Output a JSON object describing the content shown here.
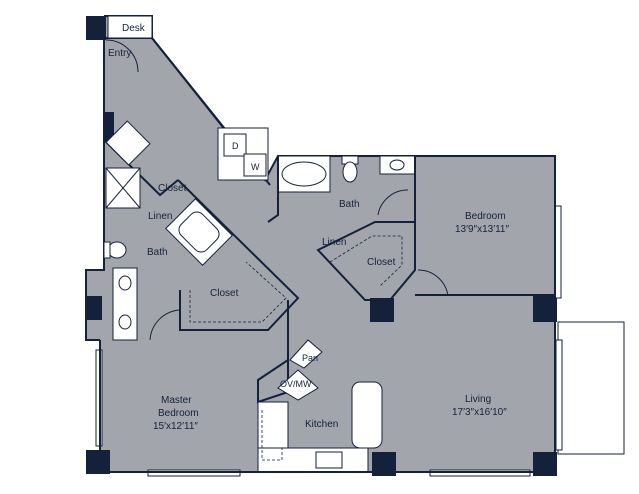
{
  "colors": {
    "floor": "#a3a5ad",
    "wall": "#13223a",
    "fixture": "#ffffff",
    "background": "#ffffff"
  },
  "rooms": {
    "desk": "Desk",
    "entry": "Entry",
    "closet_entry": "Closet",
    "linen_left": "Linen",
    "bath_left": "Bath",
    "closet_master": "Closet",
    "master_name": "Master",
    "master_name2": "Bedroom",
    "master_size": "15′x12′11″",
    "bath_right": "Bath",
    "linen_right": "Linen",
    "closet_right": "Closet",
    "bedroom_name": "Bedroom",
    "bedroom_size": "13′9″x13′11″",
    "living_name": "Living",
    "living_size": "17′3″x16′10″",
    "kitchen": "Kitchen",
    "pantry": "Pan",
    "ovmw": "OV/MW",
    "dryer": "D",
    "washer": "W"
  }
}
